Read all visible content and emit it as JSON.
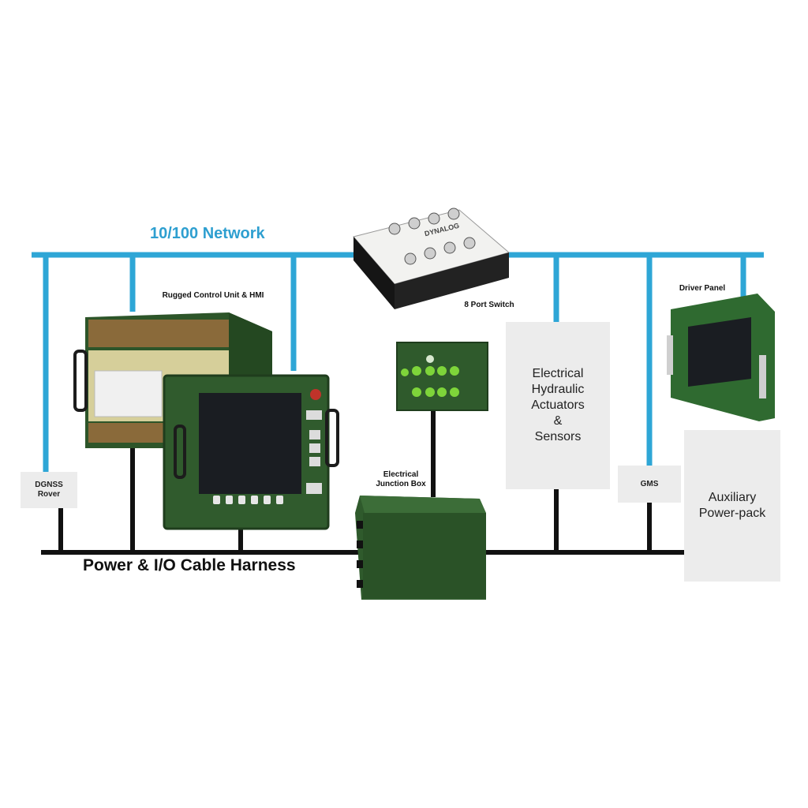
{
  "network": {
    "label": "10/100 Network",
    "color": "#2ea6d6"
  },
  "harness": {
    "label": "Power & I/O Cable Harness",
    "color": "#111111"
  },
  "devices": {
    "control_unit": {
      "label": "Rugged Control Unit & HMI"
    },
    "switch": {
      "label": "8 Port Switch",
      "brand": "DYNALOG"
    },
    "driver_panel": {
      "label": "Driver Panel"
    },
    "junction_box": {
      "label_line1": "Electrical",
      "label_line2": "Junction Box"
    },
    "dgnss": {
      "label_line1": "DGNSS",
      "label_line2": "Rover"
    },
    "gms": {
      "label": "GMS"
    },
    "actuators": {
      "line1": "Electrical",
      "line2": "Hydraulic",
      "line3": "Actuators",
      "line4": "&",
      "line5": "Sensors"
    },
    "powerpack": {
      "line1": "Auxiliary",
      "line2": "Power-pack"
    }
  },
  "colors": {
    "enclosure": "#2f5a2c",
    "enclosure_dark": "#1f3d1d",
    "screen": "#1a1d22",
    "button_green": "#7ed43a"
  }
}
